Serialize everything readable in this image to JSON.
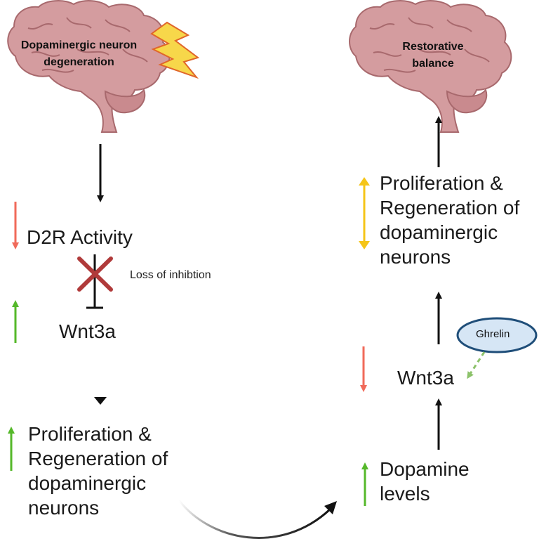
{
  "left": {
    "brain_label_line1": "Dopaminergic neuron",
    "brain_label_line2": "degeneration",
    "d2r": "D2R Activity",
    "loss": "Loss of inhibtion",
    "wnt": "Wnt3a",
    "prolif_line1": "Proliferation &",
    "prolif_line2": "Regeneration of",
    "prolif_line3": "dopaminergic",
    "prolif_line4": "neurons"
  },
  "right": {
    "brain_label_line1": "Restorative",
    "brain_label_line2": "balance",
    "prolif_line1": "Proliferation &",
    "prolif_line2": "Regeneration of",
    "prolif_line3": "dopaminergic",
    "prolif_line4": "neurons",
    "ghrelin": "Ghrelin",
    "wnt": "Wnt3a",
    "dopamine_line1": "Dopamine",
    "dopamine_line2": "levels"
  },
  "colors": {
    "brain_fill": "#d49c9f",
    "brain_outline": "#a8696d",
    "down_arrow": "#f06a5a",
    "up_arrow": "#55b82a",
    "both_arrow": "#f5c518",
    "inhibit_x": "#b03a3a",
    "ghrelin_fill": "#d6e6f5",
    "ghrelin_stroke": "#1f4e79",
    "ghrelin_arrow": "#8cc26a",
    "lightning_fill": "#f7d74a",
    "lightning_stroke": "#e0662a"
  },
  "icons": [
    "brain-icon",
    "lightning-icon",
    "inhibition-x-icon"
  ]
}
